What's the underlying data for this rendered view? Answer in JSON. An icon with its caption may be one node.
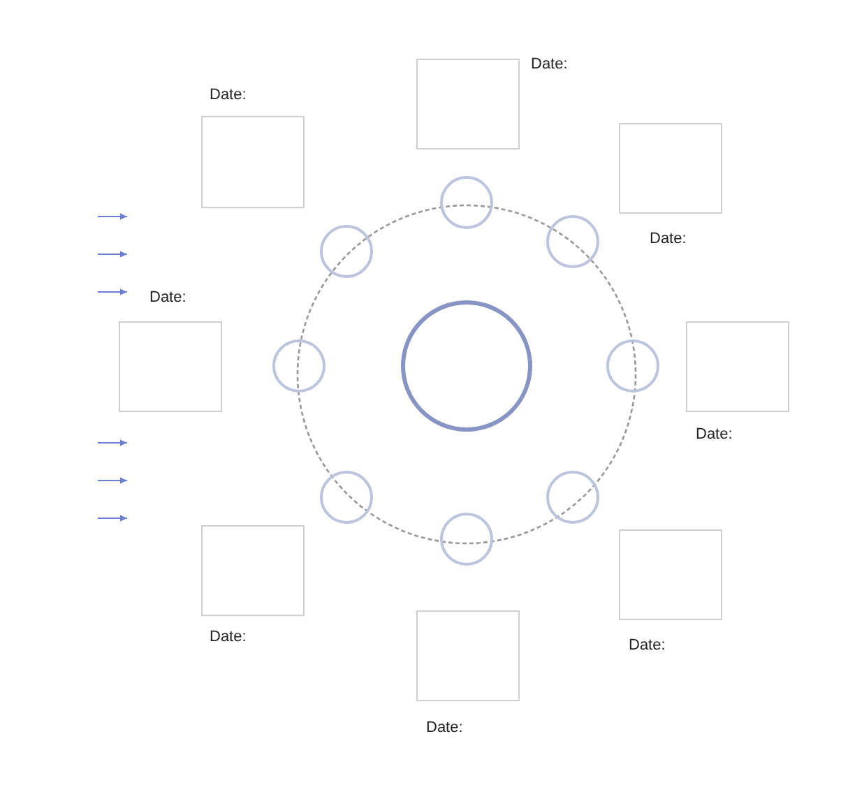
{
  "diagram": {
    "nodes": [
      {
        "text": [
          "Date:"
        ]
      },
      {
        "text": [
          "Date:"
        ]
      },
      {
        "text": [
          "Date:"
        ]
      },
      {
        "text": [],
        "shape": "circle"
      },
      {
        "text": [],
        "shape": "circle"
      },
      {
        "text": [],
        "shape": "circle"
      },
      {
        "text": [],
        "shape": "circle"
      },
      {
        "text": [
          "Date:"
        ]
      },
      {
        "text": [],
        "shape": "circle"
      },
      {
        "text": [],
        "shape": "circle"
      },
      {
        "text": [
          "Date:"
        ]
      },
      {
        "text": [],
        "shape": "circle"
      },
      {
        "text": [],
        "shape": "circle"
      },
      {
        "text": [],
        "shape": "circle"
      },
      {
        "text": [
          "Date:"
        ]
      },
      {
        "text": [
          "Date:"
        ]
      },
      {
        "text": [
          "Date:"
        ]
      }
    ],
    "edges": []
  }
}
